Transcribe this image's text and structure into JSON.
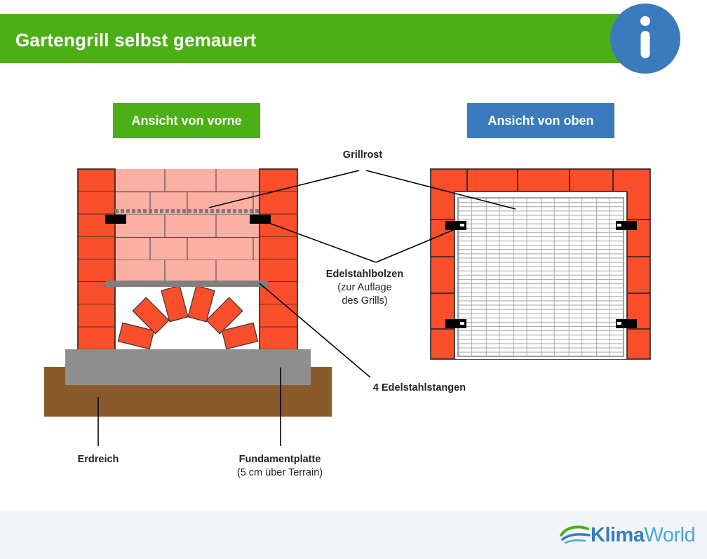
{
  "header": {
    "title": "Gartengrill selbst gemauert",
    "info_icon": "info-icon"
  },
  "views": {
    "front": "Ansicht von vorne",
    "top": "Ansicht von oben"
  },
  "labels": {
    "grillrost": "Grillrost",
    "bolzen_title": "Edelstahlbolzen",
    "bolzen_line1": "(zur Auflage",
    "bolzen_line2": "des Grills)",
    "stangen": "4 Edelstahlstangen",
    "erdreich": "Erdreich",
    "fundament_title": "Fundamentplatte",
    "fundament_sub": "(5 cm über Terrain)"
  },
  "brand": {
    "part1": "Klima",
    "part2": "World",
    "logo_icon": "klimaworld-logo-icon"
  },
  "colors": {
    "green": "#4caf16",
    "blue": "#3a7bbd",
    "brick": "#fb4e2b",
    "inner_brick": "#fcafa3",
    "ground": "#8b5a2b",
    "foundation": "#8e8e8e"
  }
}
